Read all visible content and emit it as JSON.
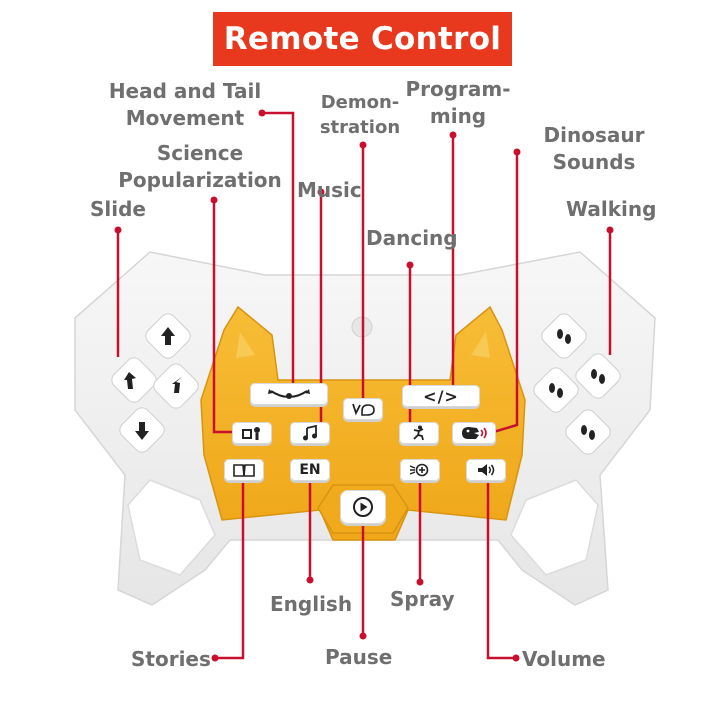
{
  "title": "Remote Control",
  "labels": {
    "head_tail": "Head and Tail Movement",
    "head_tail_line1": "Head and Tail",
    "head_tail_line2": "Movement",
    "demonstration_line1": "Demon-",
    "demonstration_line2": "stration",
    "programming_line1": "Program-",
    "programming_line2": "ming",
    "science_line1": "Science",
    "science_line2": "Popularization",
    "music": "Music",
    "dinosaur_line1": "Dinosaur",
    "dinosaur_line2": "Sounds",
    "slide": "Slide",
    "walking": "Walking",
    "dancing": "Dancing",
    "english": "English",
    "spray": "Spray",
    "stories": "Stories",
    "pause": "Pause",
    "volume": "Volume"
  },
  "buttons": {
    "en": "EN",
    "programming": "</>"
  },
  "colors": {
    "accent_red": "#e8391f",
    "leader_line": "#c8102e",
    "panel_yellow": "#f5b326",
    "label_gray": "#6f6f6f"
  },
  "icons": [
    "arrow-up-icon",
    "arrow-down-icon",
    "turn-left-icon",
    "turn-right-icon",
    "head-tail-icon",
    "demonstration-icon",
    "code-icon",
    "science-icon",
    "music-note-icon",
    "dancing-icon",
    "dinosaur-head-icon",
    "book-icon",
    "spray-icon",
    "speaker-icon",
    "play-icon",
    "footprint-icon"
  ]
}
